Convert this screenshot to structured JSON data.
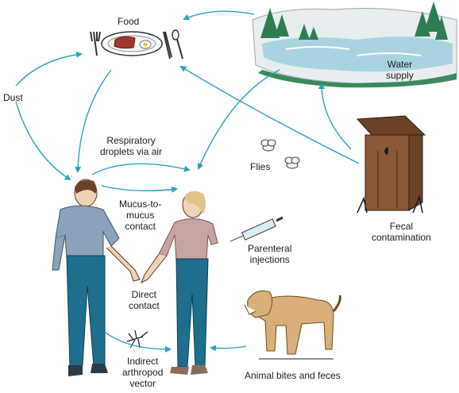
{
  "labels": {
    "food": "Food",
    "water_supply": [
      "Water",
      "supply"
    ],
    "dust": "Dust",
    "respiratory": [
      "Respiratory",
      "droplets via air"
    ],
    "flies": "Flies",
    "mucus": [
      "Mucus-to-",
      "mucus",
      "contact"
    ],
    "parenteral": [
      "Parenteral",
      "injections"
    ],
    "fecal": [
      "Fecal",
      "contamination"
    ],
    "direct": [
      "Direct",
      "contact"
    ],
    "indirect": [
      "Indirect",
      "arthropod",
      "vector"
    ],
    "animal": "Animal bites and feces"
  },
  "colors": {
    "arrow": "#2aa3b8",
    "shirt_man": "#8aa3b8",
    "pants": "#1e6e8e",
    "skin": "#f0d2b4",
    "shirt_woman": "#c7a3a3",
    "dog": "#d9b07a",
    "water": "#a8d4e0",
    "tree": "#2e7d4f",
    "outhouse": "#8a5a38"
  }
}
